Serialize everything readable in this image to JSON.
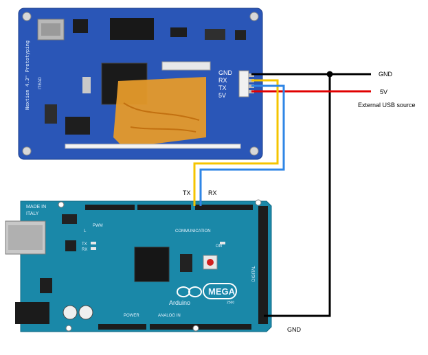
{
  "display_board": {
    "silk_title": "Nextion 4.3\" Prototyping",
    "logo": "ITEAD",
    "pins": [
      "GND",
      "RX",
      "TX",
      "5V"
    ]
  },
  "power": {
    "gnd_label": "GND",
    "v5_label": "5V",
    "source_label": "External USB source"
  },
  "arduino": {
    "made_in": "MADE IN",
    "country": "ITALY",
    "brand": "Arduino",
    "model": "MEGA",
    "model_sub": "2560",
    "section_communication": "COMMUNICATION",
    "section_power": "POWER",
    "section_analog": "ANALOG IN",
    "section_digital": "DIGITAL",
    "led_tx": "TX",
    "led_rx": "RX",
    "led_l": "L",
    "pwm": "PWM",
    "led_on": "ON"
  },
  "serial_labels": {
    "tx": "TX",
    "rx": "RX"
  },
  "bottom_gnd_label": "GND",
  "wire_colors": {
    "gnd": "#000000",
    "v5": "#e00000",
    "tx": "#f5c400",
    "rx": "#2f86e6"
  }
}
